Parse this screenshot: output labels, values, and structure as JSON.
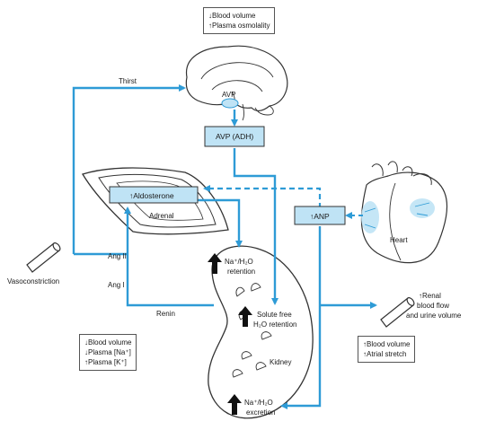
{
  "notes": {
    "top": [
      "↓Blood volume",
      "↑Plasma osmolality"
    ],
    "bottom_left": [
      "↓Blood volume",
      "↓Plasma [Na⁺]",
      "↑Plasma [K⁺]"
    ],
    "bottom_right": [
      "↑Blood volume",
      "↑Atrial stretch"
    ]
  },
  "boxes": {
    "avp_adh": "AVP (ADH)",
    "aldosterone": "↑Aldosterone",
    "anp": "↑ANP"
  },
  "labels": {
    "thirst": "Thirst",
    "avp": "AVP",
    "adrenal": "Adrenal",
    "heart": "Heart",
    "kidney": "Kidney",
    "ang_ii": "Ang II",
    "ang_i": "Ang I",
    "renin": "Renin",
    "vasoconstriction": "Vasoconstriction",
    "na_retention_1": "Na⁺/H₂O",
    "na_retention_2": "retention",
    "solute_free_1": "Solute free",
    "solute_free_2": "H₂O retention",
    "na_excretion_1": "Na⁺/H₂O",
    "na_excretion_2": "excretion",
    "renal_1": "↑Renal",
    "renal_2": "blood flow",
    "renal_3": "and urine volume"
  },
  "colors": {
    "accent": "#2e9bd6",
    "box_fill": "#bfe3f5",
    "organ_outline": "#333333"
  }
}
